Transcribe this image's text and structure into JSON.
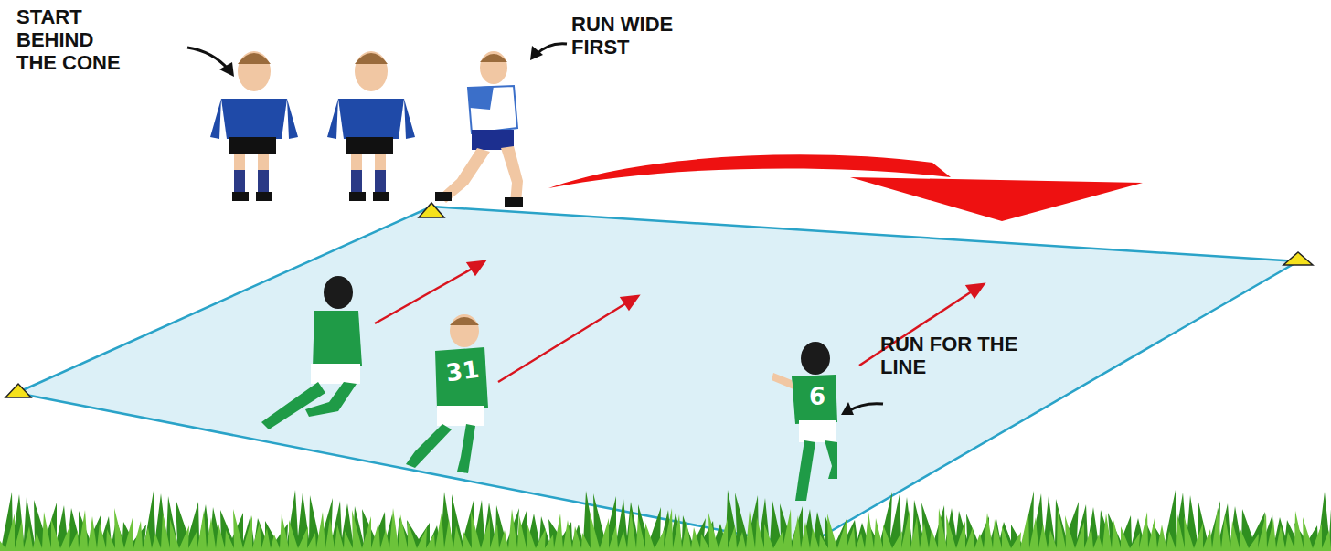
{
  "diagram": {
    "labels": [
      "START BEHIND THE CONE",
      "RUN WIDE FIRST",
      "RUN FOR THE LINE",
      "31",
      "6"
    ]
  }
}
